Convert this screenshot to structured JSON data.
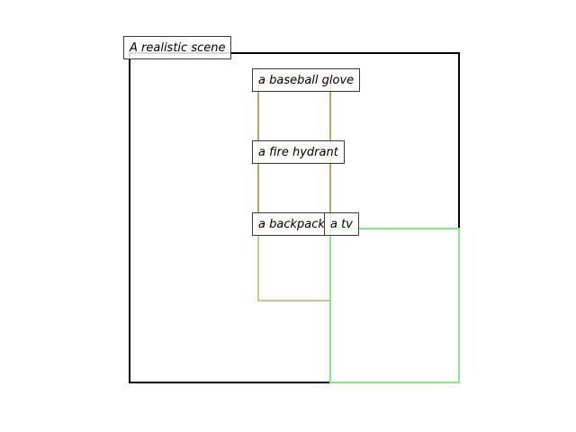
{
  "scene": {
    "title": "A realistic scene",
    "frame_color": "#000000"
  },
  "objects": [
    {
      "id": "baseball-glove",
      "label": "a baseball glove",
      "color": "#b8a868"
    },
    {
      "id": "fire-hydrant",
      "label": "a fire hydrant",
      "color": "#c8c890"
    },
    {
      "id": "backpack",
      "label": "a backpack",
      "color": "#b8c8f0"
    },
    {
      "id": "tv",
      "label": "a tv",
      "color": "#88e888"
    }
  ]
}
